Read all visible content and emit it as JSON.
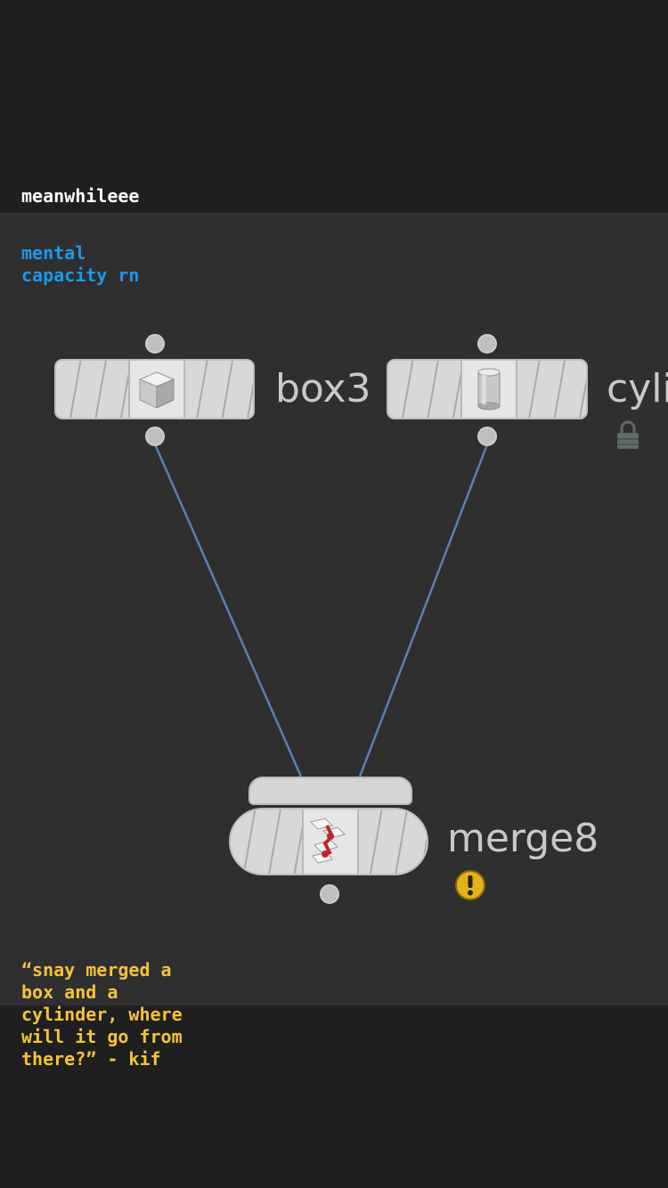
{
  "captions": {
    "top": "meanwhileee",
    "blue": "mental\ncapacity rn",
    "quote": "“snay merged a\nbox and a\ncylinder, where\nwill it go from\nthere?” - kif"
  },
  "nodes": {
    "box3": {
      "label": "box3",
      "icon": "cube-icon"
    },
    "cylinder": {
      "label": "cyli",
      "icon": "cylinder-icon",
      "status_icon": "lock-icon"
    },
    "merge8": {
      "label": "merge8",
      "icon": "merge-icon",
      "status_icon": "warning-icon"
    }
  },
  "colors": {
    "background": "#1f1f1f",
    "network_bg": "#2f2f30",
    "wire": "#5b7fb3",
    "caption_blue": "#1e98e8",
    "caption_yellow": "#f6c23b",
    "warning": "#e0b21c"
  }
}
